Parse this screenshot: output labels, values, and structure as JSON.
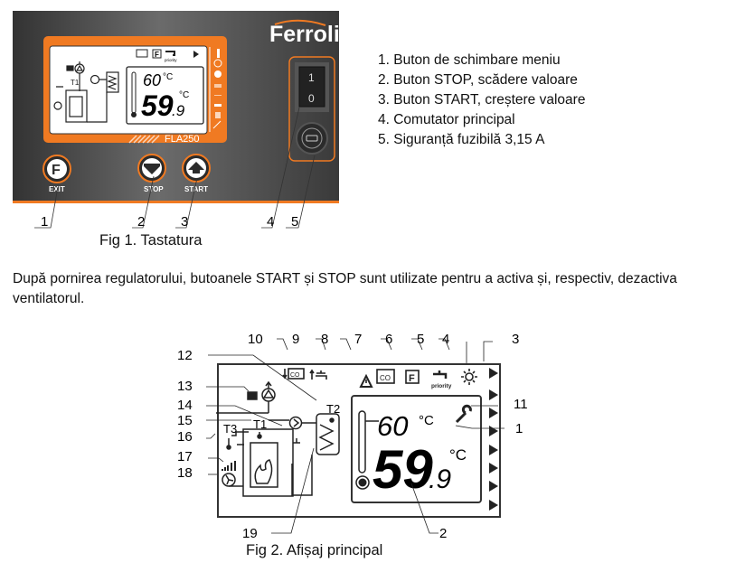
{
  "fig1": {
    "brand": "Ferroli",
    "model": "FLA250",
    "lcd": {
      "set_temp": "60",
      "actual_temp": "59",
      "actual_decimal": ".9",
      "unit": "°C",
      "priority_label": "priority",
      "sensor_label": "T1"
    },
    "switch": {
      "on_label": "1",
      "off_label": "0"
    },
    "buttons": {
      "exit_label": "EXIT",
      "stop_label": "STOP",
      "start_label": "START"
    },
    "callouts": [
      "1",
      "2",
      "3",
      "4",
      "5"
    ],
    "caption": "Fig 1. Tastatura"
  },
  "legend": [
    "1. Buton de schimbare meniu",
    "2. Buton STOP, scădere valoare",
    "3. Buton START, creștere valoare",
    "4. Comutator principal",
    "5. Siguranță fuzibilă 3,15 A"
  ],
  "paragraph": "După pornirea regulatorului, butoanele START și STOP sunt utilizate pentru a activa și, respectiv, dezactiva ventilatorul.",
  "fig2": {
    "callouts": [
      "1",
      "2",
      "3",
      "4",
      "5",
      "6",
      "7",
      "8",
      "9",
      "10",
      "11",
      "12",
      "13",
      "14",
      "15",
      "16",
      "17",
      "18",
      "19"
    ],
    "sensors": {
      "t1": "T1",
      "t2": "T2",
      "t3": "T3"
    },
    "set_temp": "60",
    "actual_temp": "59",
    "actual_decimal": ".9",
    "unit": "°C",
    "priority_label": "priority",
    "co_label": "CO",
    "f_label": "F",
    "caption": "Fig 2. Afișaj principal"
  },
  "colors": {
    "orange": "#f07a22",
    "panel": "#474747"
  }
}
